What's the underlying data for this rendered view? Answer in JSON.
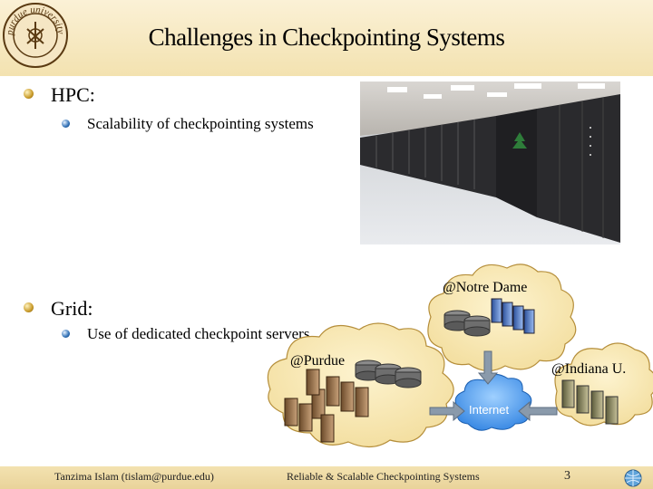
{
  "slide": {
    "title": "Challenges in Checkpointing Systems"
  },
  "logo": {
    "text": "purdue university"
  },
  "bullets": {
    "hpc": "HPC:",
    "hpc_sub": "Scalability of checkpointing systems",
    "grid": "Grid:",
    "grid_sub": "Use of dedicated checkpoint servers"
  },
  "diagram": {
    "notre_dame": "@Notre Dame",
    "purdue": "@Purdue",
    "indiana": "@Indiana U.",
    "internet": "Internet"
  },
  "footer": {
    "author": "Tanzima Islam (tislam@purdue.edu)",
    "talk": "Reliable & Scalable Checkpointing Systems",
    "page": "3"
  }
}
